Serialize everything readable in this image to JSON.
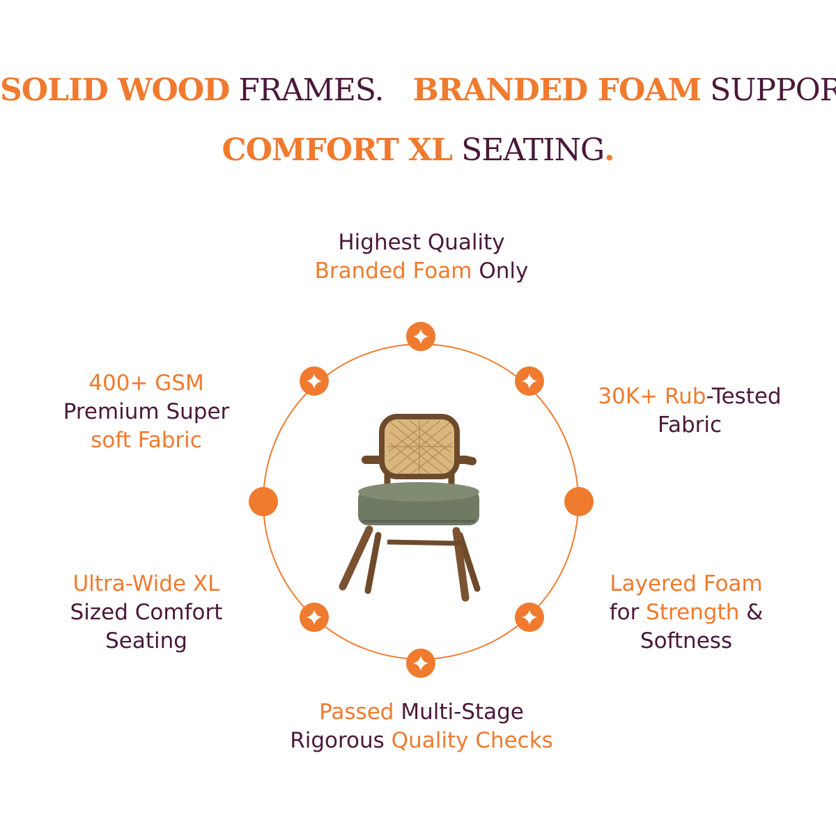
{
  "headline": {
    "line1": {
      "part1_accent": "SOLID WOOD",
      "part1_rest": " FRAMES.",
      "part2_accent": "BRANDED FOAM",
      "part2_rest": " SUPPORT."
    },
    "line2": {
      "accent": "COMFORT XL",
      "rest": " SEATING",
      "period": "."
    }
  },
  "features": {
    "top": {
      "l1": "Highest Quality",
      "l2_accent": "Branded Foam",
      "l2_rest": " Only"
    },
    "left_top": {
      "l1_accent": "400+ GSM",
      "l2": "Premium Super",
      "l3_accent": "soft Fabric"
    },
    "right_top": {
      "l1_accent": "30K+ Rub",
      "l1_rest": "-Tested",
      "l2": "Fabric"
    },
    "left_bottom": {
      "l1_accent": "Ultra-Wide XL",
      "l2": "Sized Comfort",
      "l3": "Seating"
    },
    "right_bottom": {
      "l1_accent": "Layered Foam",
      "l2_pre": "for ",
      "l2_accent": "Strength",
      "l2_post": " &",
      "l3": "Softness"
    },
    "bottom": {
      "l1_accent": "Passed",
      "l1_rest": " Multi-Stage",
      "l2_pre": "Rigorous ",
      "l2_accent": "Quality Checks"
    }
  },
  "colors": {
    "accent": "#f07a2e",
    "dark": "#4a1838",
    "background": "#ffffff"
  },
  "icons": [
    "sparkle-icon",
    "circle-node-icon",
    "chair-image"
  ]
}
